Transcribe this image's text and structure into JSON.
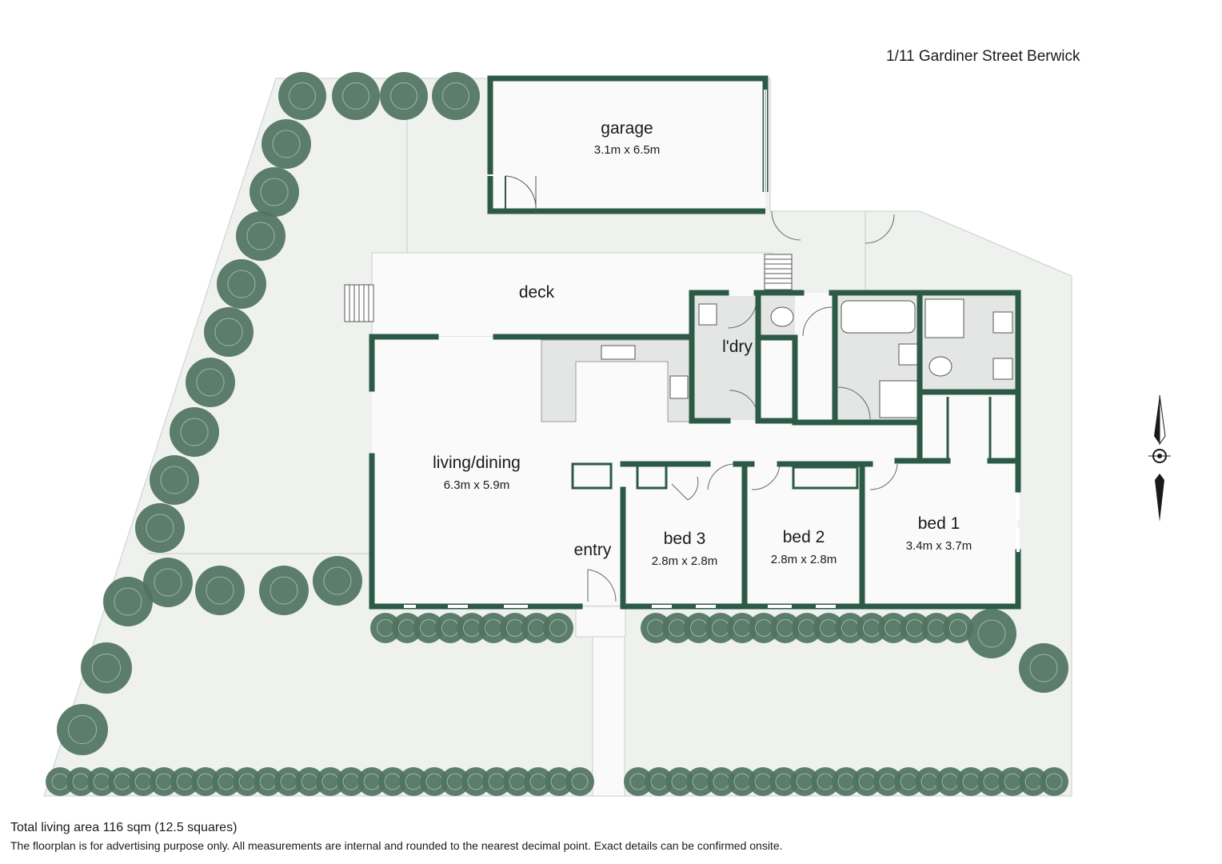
{
  "address": "1/11 Gardiner Street Berwick",
  "rooms": {
    "garage": {
      "name": "garage",
      "dims": "3.1m x 6.5m"
    },
    "deck": {
      "name": "deck"
    },
    "laundry": {
      "name": "l'dry"
    },
    "living": {
      "name": "living/dining",
      "dims": "6.3m x 5.9m"
    },
    "entry": {
      "name": "entry"
    },
    "bed3": {
      "name": "bed 3",
      "dims": "2.8m x 2.8m"
    },
    "bed2": {
      "name": "bed 2",
      "dims": "2.8m x 2.8m"
    },
    "bed1": {
      "name": "bed 1",
      "dims": "3.4m x 3.7m"
    }
  },
  "footer": {
    "area": "Total living area 116 sqm (12.5 squares)",
    "disclaimer": "The floorplan is for advertising purpose only. All measurements are internal and rounded to the nearest decimal point. Exact details can be confirmed onsite."
  },
  "icons": {
    "compass": "compass-north-arrow-icon",
    "shrub": "shrub-icon"
  },
  "colors": {
    "wall": "#2c5a46",
    "yard": "#eef1ee",
    "floor": "#fafafa",
    "wet": "#e3e6e4",
    "shrub": "#4f7360"
  }
}
